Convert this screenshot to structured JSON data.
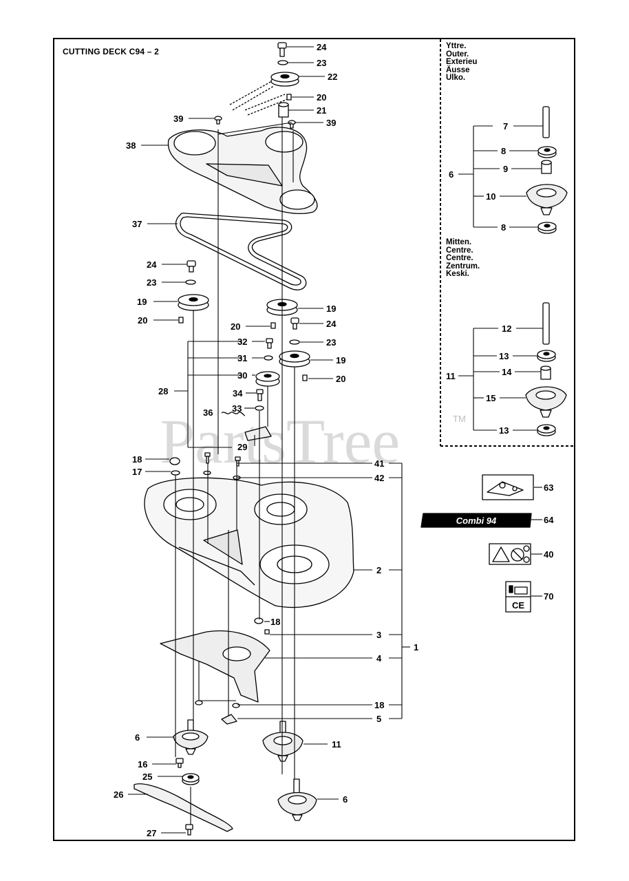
{
  "page_title": "CUTTING DECK C94 – 2",
  "watermark": "PartsTree",
  "watermark_tm": "TM",
  "legends": {
    "outer": [
      "Yttre.",
      "Outer.",
      "Exterieu",
      "Äusse",
      "Ulko."
    ],
    "centre": [
      "Mitten.",
      "Centre.",
      "Centre.",
      "Zentrum.",
      "Keski."
    ]
  },
  "decal_64_text": "Combi 94",
  "decal_70_text": "CE",
  "callouts": {
    "c24a": "24",
    "c23a": "23",
    "c22": "22",
    "c20a": "20",
    "c21": "21",
    "c39a": "39",
    "c39b": "39",
    "c38": "38",
    "c37": "37",
    "c24b": "24",
    "c23b": "23",
    "c19a": "19",
    "c20b": "20",
    "c19b": "19",
    "c20c": "20",
    "c24c": "24",
    "c23c": "23",
    "c19c": "19",
    "c20d": "20",
    "c32": "32",
    "c31": "31",
    "c30": "30",
    "c28": "28",
    "c34": "34",
    "c33": "33",
    "c36": "36",
    "c29": "29",
    "c18a": "18",
    "c17": "17",
    "c41": "41",
    "c42": "42",
    "c2": "2",
    "c18b": "18",
    "c3": "3",
    "c4": "4",
    "c1": "1",
    "c18c": "18",
    "c5": "5",
    "c6a": "6",
    "c11a": "11",
    "c16": "16",
    "c25": "25",
    "c26": "26",
    "c6b": "6",
    "c27": "27",
    "c7": "7",
    "c8a": "8",
    "c6c": "6",
    "c9": "9",
    "c10": "10",
    "c8b": "8",
    "c12": "12",
    "c13a": "13",
    "c11b": "11",
    "c14": "14",
    "c15": "15",
    "c13b": "13",
    "c63": "63",
    "c64": "64",
    "c40": "40",
    "c70": "70"
  }
}
